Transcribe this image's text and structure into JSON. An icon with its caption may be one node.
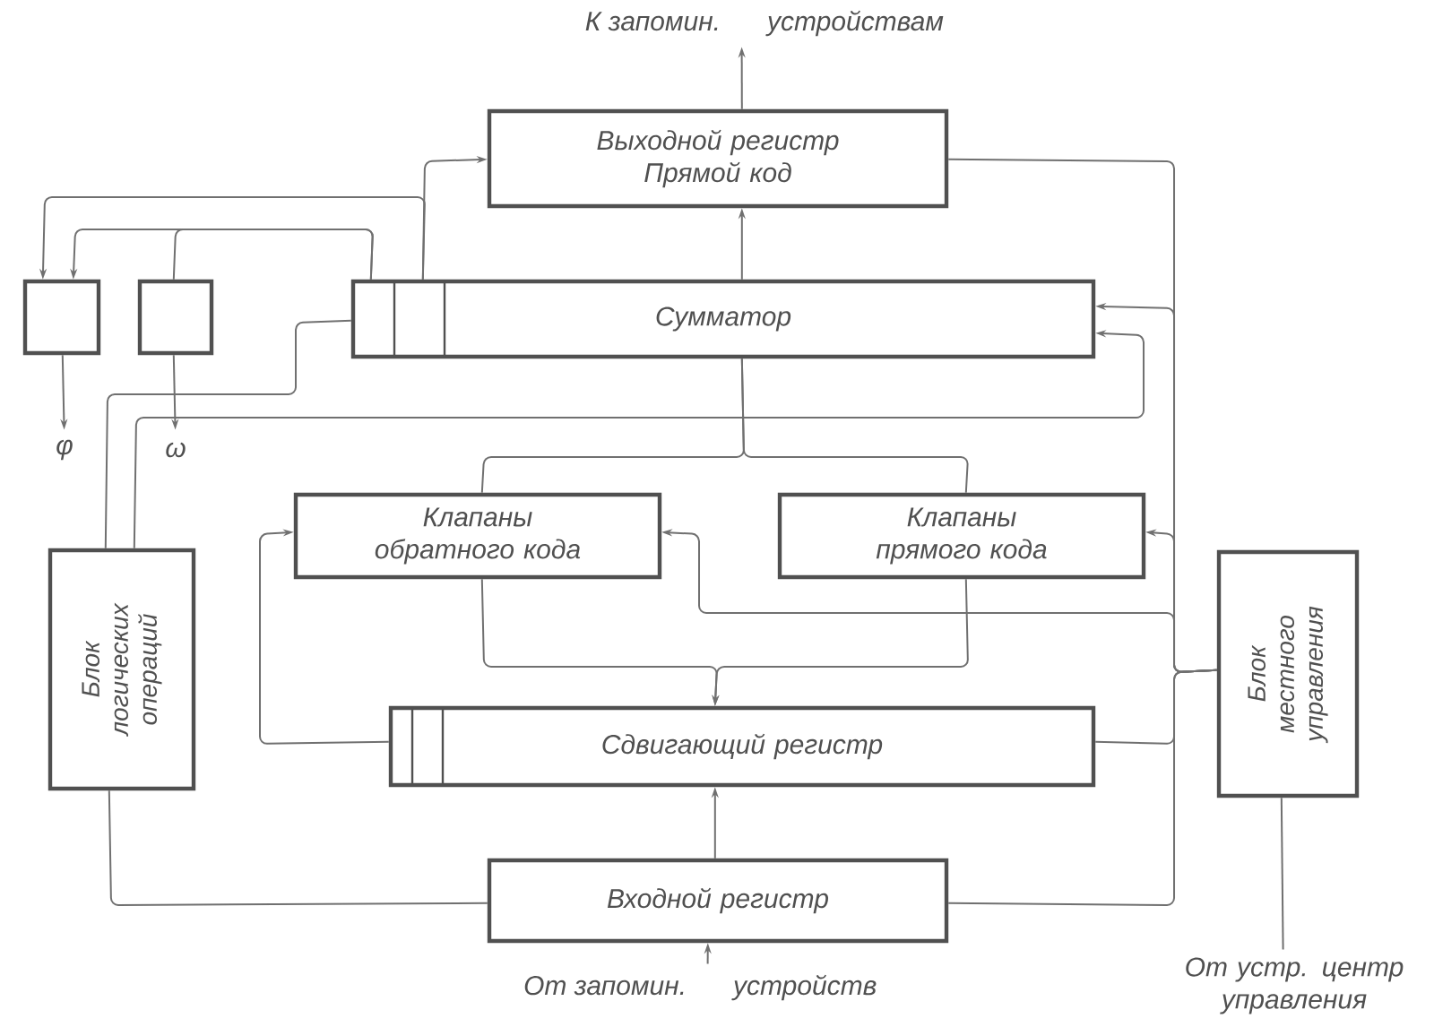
{
  "diagram": {
    "nodes": [
      {
        "text": [
          "К запомин.",
          "устройствам"
        ]
      },
      {
        "text": [
          "Выходной регистр Прямой код"
        ]
      },
      {
        "text": [],
        "shape": "box"
      },
      {
        "text": [],
        "shape": "box"
      },
      {
        "text": [
          "Сумматор"
        ]
      },
      {
        "text": [
          "φ"
        ]
      },
      {
        "text": [
          "ω"
        ]
      },
      {
        "text": [
          "Клапаны обратного кода"
        ]
      },
      {
        "text": [
          "Клапаны прямого кода"
        ]
      },
      {
        "text": [
          "Блок логических операций"
        ]
      },
      {
        "text": [
          "Блок местного управления"
        ]
      },
      {
        "text": [
          "Сдвигающий регистр"
        ]
      },
      {
        "text": [
          "Входной регистр"
        ]
      },
      {
        "text": [
          "От запомин.",
          "устройств"
        ]
      },
      {
        "text": [
          "От устр. центр управления"
        ]
      }
    ],
    "edges": [
      {
        "from": 1,
        "to": 0,
        "arrow": "to"
      },
      {
        "from": 4,
        "to": 1,
        "arrow": "to"
      },
      {
        "from": 4,
        "to": 1,
        "arrow": "to"
      },
      {
        "from": 4,
        "to": 2,
        "arrow": "to"
      },
      {
        "from": 4,
        "to": 2,
        "arrow": "to"
      },
      {
        "from": 4,
        "to": 3,
        "arrow": "none"
      },
      {
        "from": 2,
        "to": 5,
        "arrow": "to"
      },
      {
        "from": 3,
        "to": 6,
        "arrow": "to"
      },
      {
        "from": 4,
        "to": 9,
        "arrow": "none"
      },
      {
        "from": 9,
        "to": 4,
        "arrow": "to"
      },
      {
        "from": 4,
        "to": 7,
        "arrow": "none"
      },
      {
        "from": 4,
        "to": 8,
        "arrow": "none"
      },
      {
        "from": 7,
        "to": 11,
        "arrow": "to"
      },
      {
        "from": 8,
        "to": 11,
        "arrow": "to"
      },
      {
        "from": 11,
        "to": 7,
        "arrow": "to"
      },
      {
        "from": 10,
        "to": 7,
        "arrow": "to"
      },
      {
        "from": 10,
        "to": 8,
        "arrow": "to"
      },
      {
        "from": 10,
        "to": 4,
        "arrow": "to"
      },
      {
        "from": 10,
        "to": 1,
        "arrow": "none"
      },
      {
        "from": 10,
        "to": 12,
        "arrow": "none"
      },
      {
        "from": 10,
        "to": 11,
        "arrow": "none"
      },
      {
        "from": 12,
        "to": 11,
        "arrow": "to"
      },
      {
        "from": 13,
        "to": 12,
        "arrow": "to"
      },
      {
        "from": 12,
        "to": 9,
        "arrow": "none"
      },
      {
        "from": 14,
        "to": 10,
        "arrow": "none"
      }
    ]
  }
}
